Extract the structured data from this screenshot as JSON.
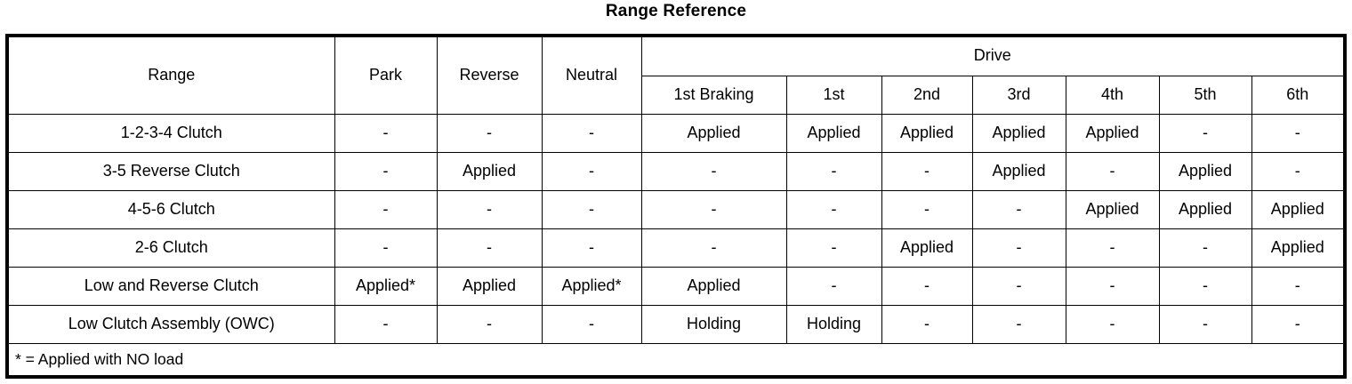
{
  "title": "Range Reference",
  "table": {
    "group_header": {
      "drive_label": "Drive"
    },
    "columns": [
      {
        "key": "range",
        "label": "Range"
      },
      {
        "key": "park",
        "label": "Park"
      },
      {
        "key": "reverse",
        "label": "Reverse"
      },
      {
        "key": "neutral",
        "label": "Neutral"
      },
      {
        "key": "1st_braking",
        "label": "1st Braking"
      },
      {
        "key": "1st",
        "label": "1st"
      },
      {
        "key": "2nd",
        "label": "2nd"
      },
      {
        "key": "3rd",
        "label": "3rd"
      },
      {
        "key": "4th",
        "label": "4th"
      },
      {
        "key": "5th",
        "label": "5th"
      },
      {
        "key": "6th",
        "label": "6th"
      }
    ],
    "rows": [
      {
        "label": "1-2-3-4 Clutch",
        "values": [
          "-",
          "-",
          "-",
          "Applied",
          "Applied",
          "Applied",
          "Applied",
          "Applied",
          "-",
          "-"
        ]
      },
      {
        "label": "3-5 Reverse Clutch",
        "values": [
          "-",
          "Applied",
          "-",
          "-",
          "-",
          "-",
          "Applied",
          "-",
          "Applied",
          "-"
        ]
      },
      {
        "label": "4-5-6 Clutch",
        "values": [
          "-",
          "-",
          "-",
          "-",
          "-",
          "-",
          "-",
          "Applied",
          "Applied",
          "Applied"
        ]
      },
      {
        "label": "2-6 Clutch",
        "values": [
          "-",
          "-",
          "-",
          "-",
          "-",
          "Applied",
          "-",
          "-",
          "-",
          "Applied"
        ]
      },
      {
        "label": "Low and Reverse Clutch",
        "values": [
          "Applied*",
          "Applied",
          "Applied*",
          "Applied",
          "-",
          "-",
          "-",
          "-",
          "-",
          "-"
        ]
      },
      {
        "label": "Low Clutch Assembly (OWC)",
        "values": [
          "-",
          "-",
          "-",
          "Holding",
          "Holding",
          "-",
          "-",
          "-",
          "-",
          "-"
        ]
      }
    ],
    "footnote": "* = Applied with NO load"
  }
}
